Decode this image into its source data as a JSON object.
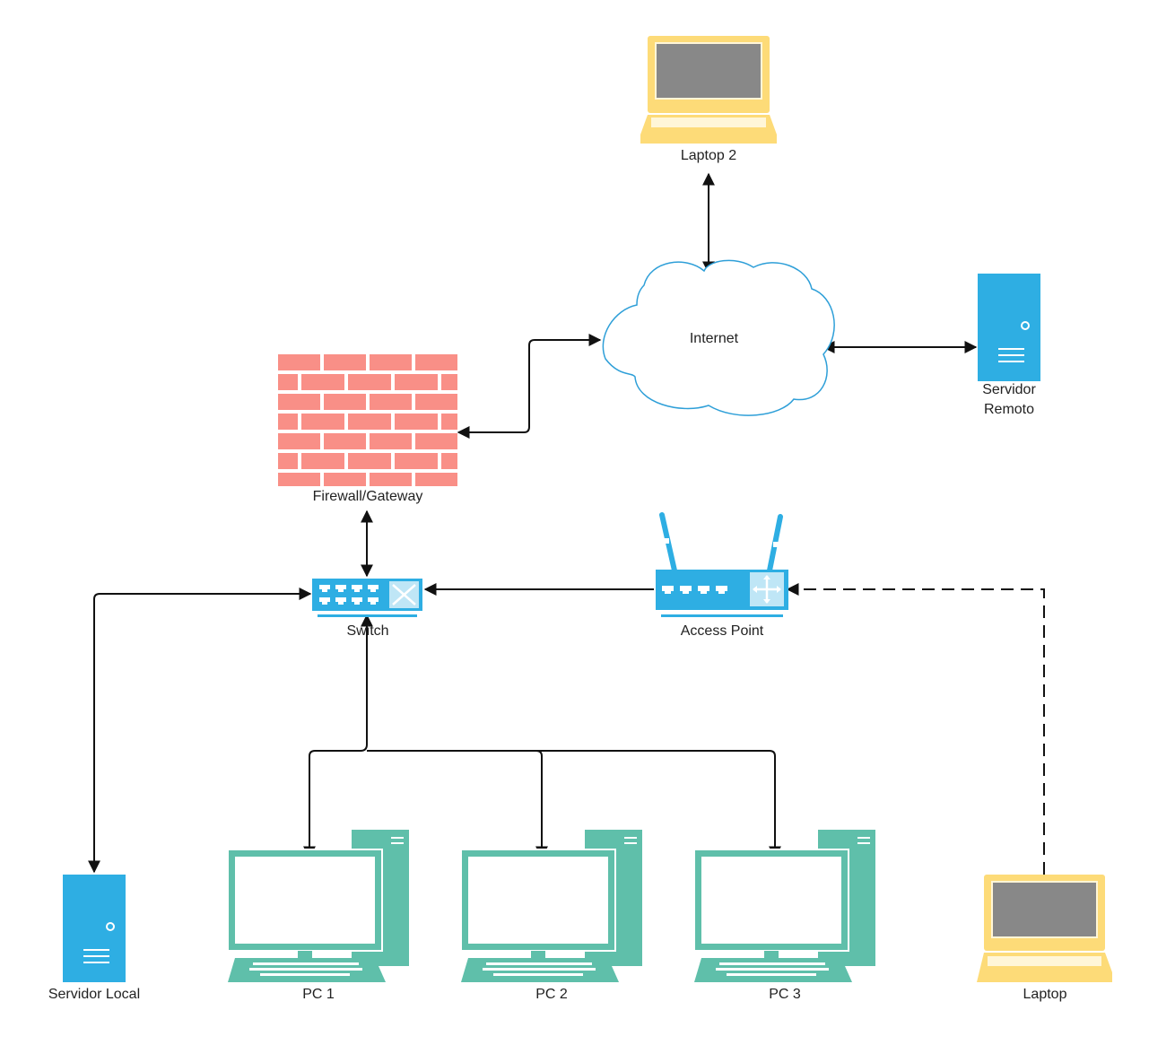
{
  "nodes": {
    "laptop2": {
      "label": "Laptop 2",
      "icon": "laptop-icon"
    },
    "internet": {
      "label": "Internet",
      "icon": "cloud-icon"
    },
    "remote_server": {
      "label_line1": "Servidor",
      "label_line2": "Remoto",
      "icon": "server-icon"
    },
    "firewall": {
      "label": "Firewall/Gateway",
      "icon": "brick-wall-icon"
    },
    "switch": {
      "label": "Switch",
      "icon": "switch-icon"
    },
    "access_point": {
      "label": "Access Point",
      "icon": "wireless-router-icon"
    },
    "local_server": {
      "label": "Servidor Local",
      "icon": "server-icon"
    },
    "pc1": {
      "label": "PC 1",
      "icon": "desktop-pc-icon"
    },
    "pc2": {
      "label": "PC 2",
      "icon": "desktop-pc-icon"
    },
    "pc3": {
      "label": "PC 3",
      "icon": "desktop-pc-icon"
    },
    "laptop": {
      "label": "Laptop",
      "icon": "laptop-icon"
    }
  },
  "connections": [
    {
      "from": "laptop2",
      "to": "internet",
      "style": "solid",
      "arrows": "both"
    },
    {
      "from": "internet",
      "to": "remote_server",
      "style": "solid",
      "arrows": "both"
    },
    {
      "from": "firewall",
      "to": "internet",
      "style": "solid",
      "arrows": "both"
    },
    {
      "from": "firewall",
      "to": "switch",
      "style": "solid",
      "arrows": "both"
    },
    {
      "from": "access_point",
      "to": "switch",
      "style": "solid",
      "arrows": "to"
    },
    {
      "from": "laptop",
      "to": "access_point",
      "style": "dashed",
      "arrows": "to",
      "note": "wireless"
    },
    {
      "from": "switch",
      "to": "local_server",
      "style": "solid",
      "arrows": "both"
    },
    {
      "from": "switch",
      "to": "pc1",
      "style": "solid",
      "arrows": "both"
    },
    {
      "from": "switch",
      "to": "pc2",
      "style": "solid",
      "arrows": "both"
    },
    {
      "from": "switch",
      "to": "pc3",
      "style": "solid",
      "arrows": "both"
    }
  ],
  "colors": {
    "server_blue": "#2eaee3",
    "laptop_yellow": "#fddb78",
    "laptop_screen": "#888888",
    "pc_teal": "#5fbfaa",
    "firewall_brick": "#f98f87",
    "cloud_stroke": "#2e9fd8",
    "line": "#111111"
  }
}
